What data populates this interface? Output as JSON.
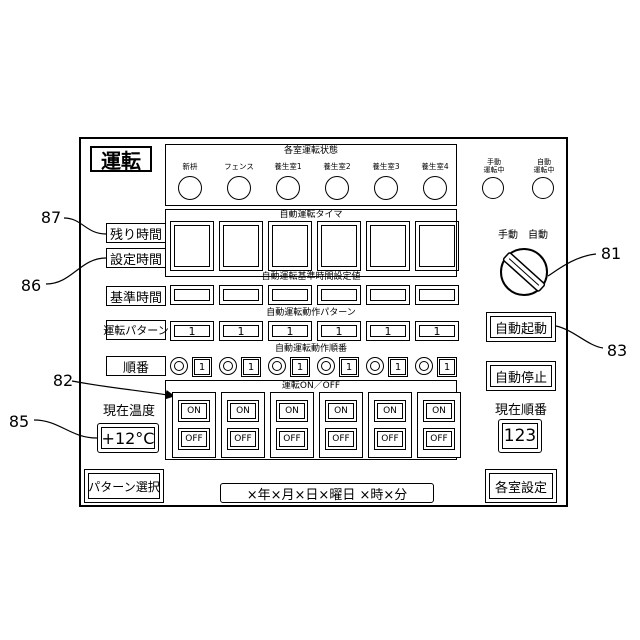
{
  "title": "運転",
  "status_section": {
    "label": "各室運転状態",
    "rooms": [
      "新枡",
      "フェンス",
      "養生室1",
      "養生室2",
      "養生室3",
      "養生室4"
    ],
    "modes": [
      "手動\n運転中",
      "自動\n運転中"
    ]
  },
  "timer_section": {
    "label": "自動運転タイマ"
  },
  "base_section": {
    "label": "自動運転基準時間設定値"
  },
  "pattern_section": {
    "label": "自動運転動作パターン",
    "values": [
      "1",
      "1",
      "1",
      "1",
      "1",
      "1"
    ]
  },
  "order_section": {
    "label": "自動運転動作順番",
    "values": [
      "1",
      "1",
      "1",
      "1",
      "1",
      "1"
    ]
  },
  "onoff_section": {
    "label": "運転ON／OFF",
    "on_label": "ON",
    "off_label": "OFF"
  },
  "row_labels": {
    "remaining": "残り時間",
    "set_time": "設定時間",
    "base_time": "基準時間",
    "pattern": "運転パターン",
    "order": "順番"
  },
  "temperature": {
    "label": "現在温度",
    "value": "+12°C"
  },
  "selector": {
    "manual": "手動",
    "auto": "自動"
  },
  "buttons": {
    "auto_start": "自動起動",
    "auto_stop": "自動停止",
    "pattern_select": "パターン選択",
    "room_settings": "各室設定"
  },
  "current_order": {
    "label": "現在順番",
    "value": "123"
  },
  "datetime": "×年×月×日×曜日 ×時×分",
  "callouts": {
    "c81": "81",
    "c82": "82",
    "c83": "83",
    "c85": "85",
    "c86": "86",
    "c87": "87"
  }
}
